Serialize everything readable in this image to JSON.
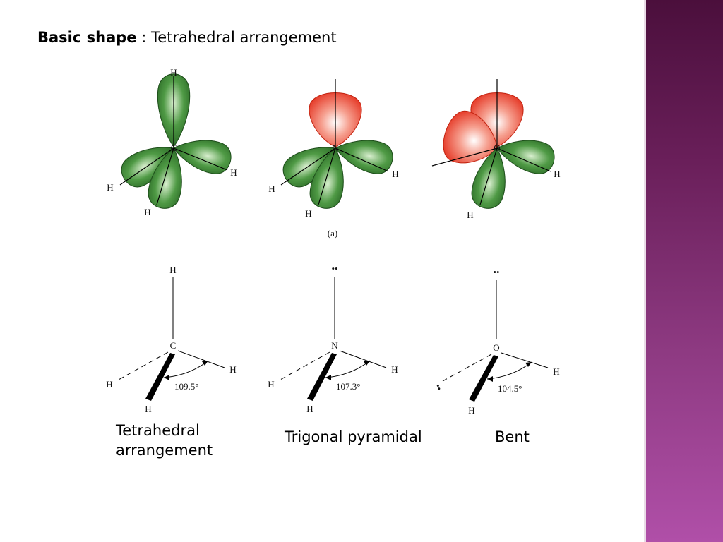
{
  "heading": {
    "bold": "Basic shape",
    "separator": " : ",
    "text": "Tetrahedral arrangement"
  },
  "panel_a_label": "(a)",
  "molecules": [
    {
      "center": "C",
      "atoms": [
        "H",
        "H",
        "H",
        "H"
      ],
      "lone_pairs": "",
      "angle": "109.5°",
      "caption_line1": "Tetrahedral",
      "caption_line2": "arrangement"
    },
    {
      "center": "N",
      "atoms": [
        "H",
        "H",
        "H"
      ],
      "lone_pairs": "••",
      "angle": "107.3°",
      "caption": "Trigonal pyramidal"
    },
    {
      "center": "O",
      "atoms": [
        "H",
        "H"
      ],
      "lone_pairs": "••",
      "second_lone_pair": "••",
      "angle": "104.5°",
      "caption": "Bent"
    }
  ],
  "colors": {
    "bond_orbital": "#2f7a2a",
    "lone_pair_orbital": "#e8321f",
    "sidebar": "#8e3a82"
  }
}
